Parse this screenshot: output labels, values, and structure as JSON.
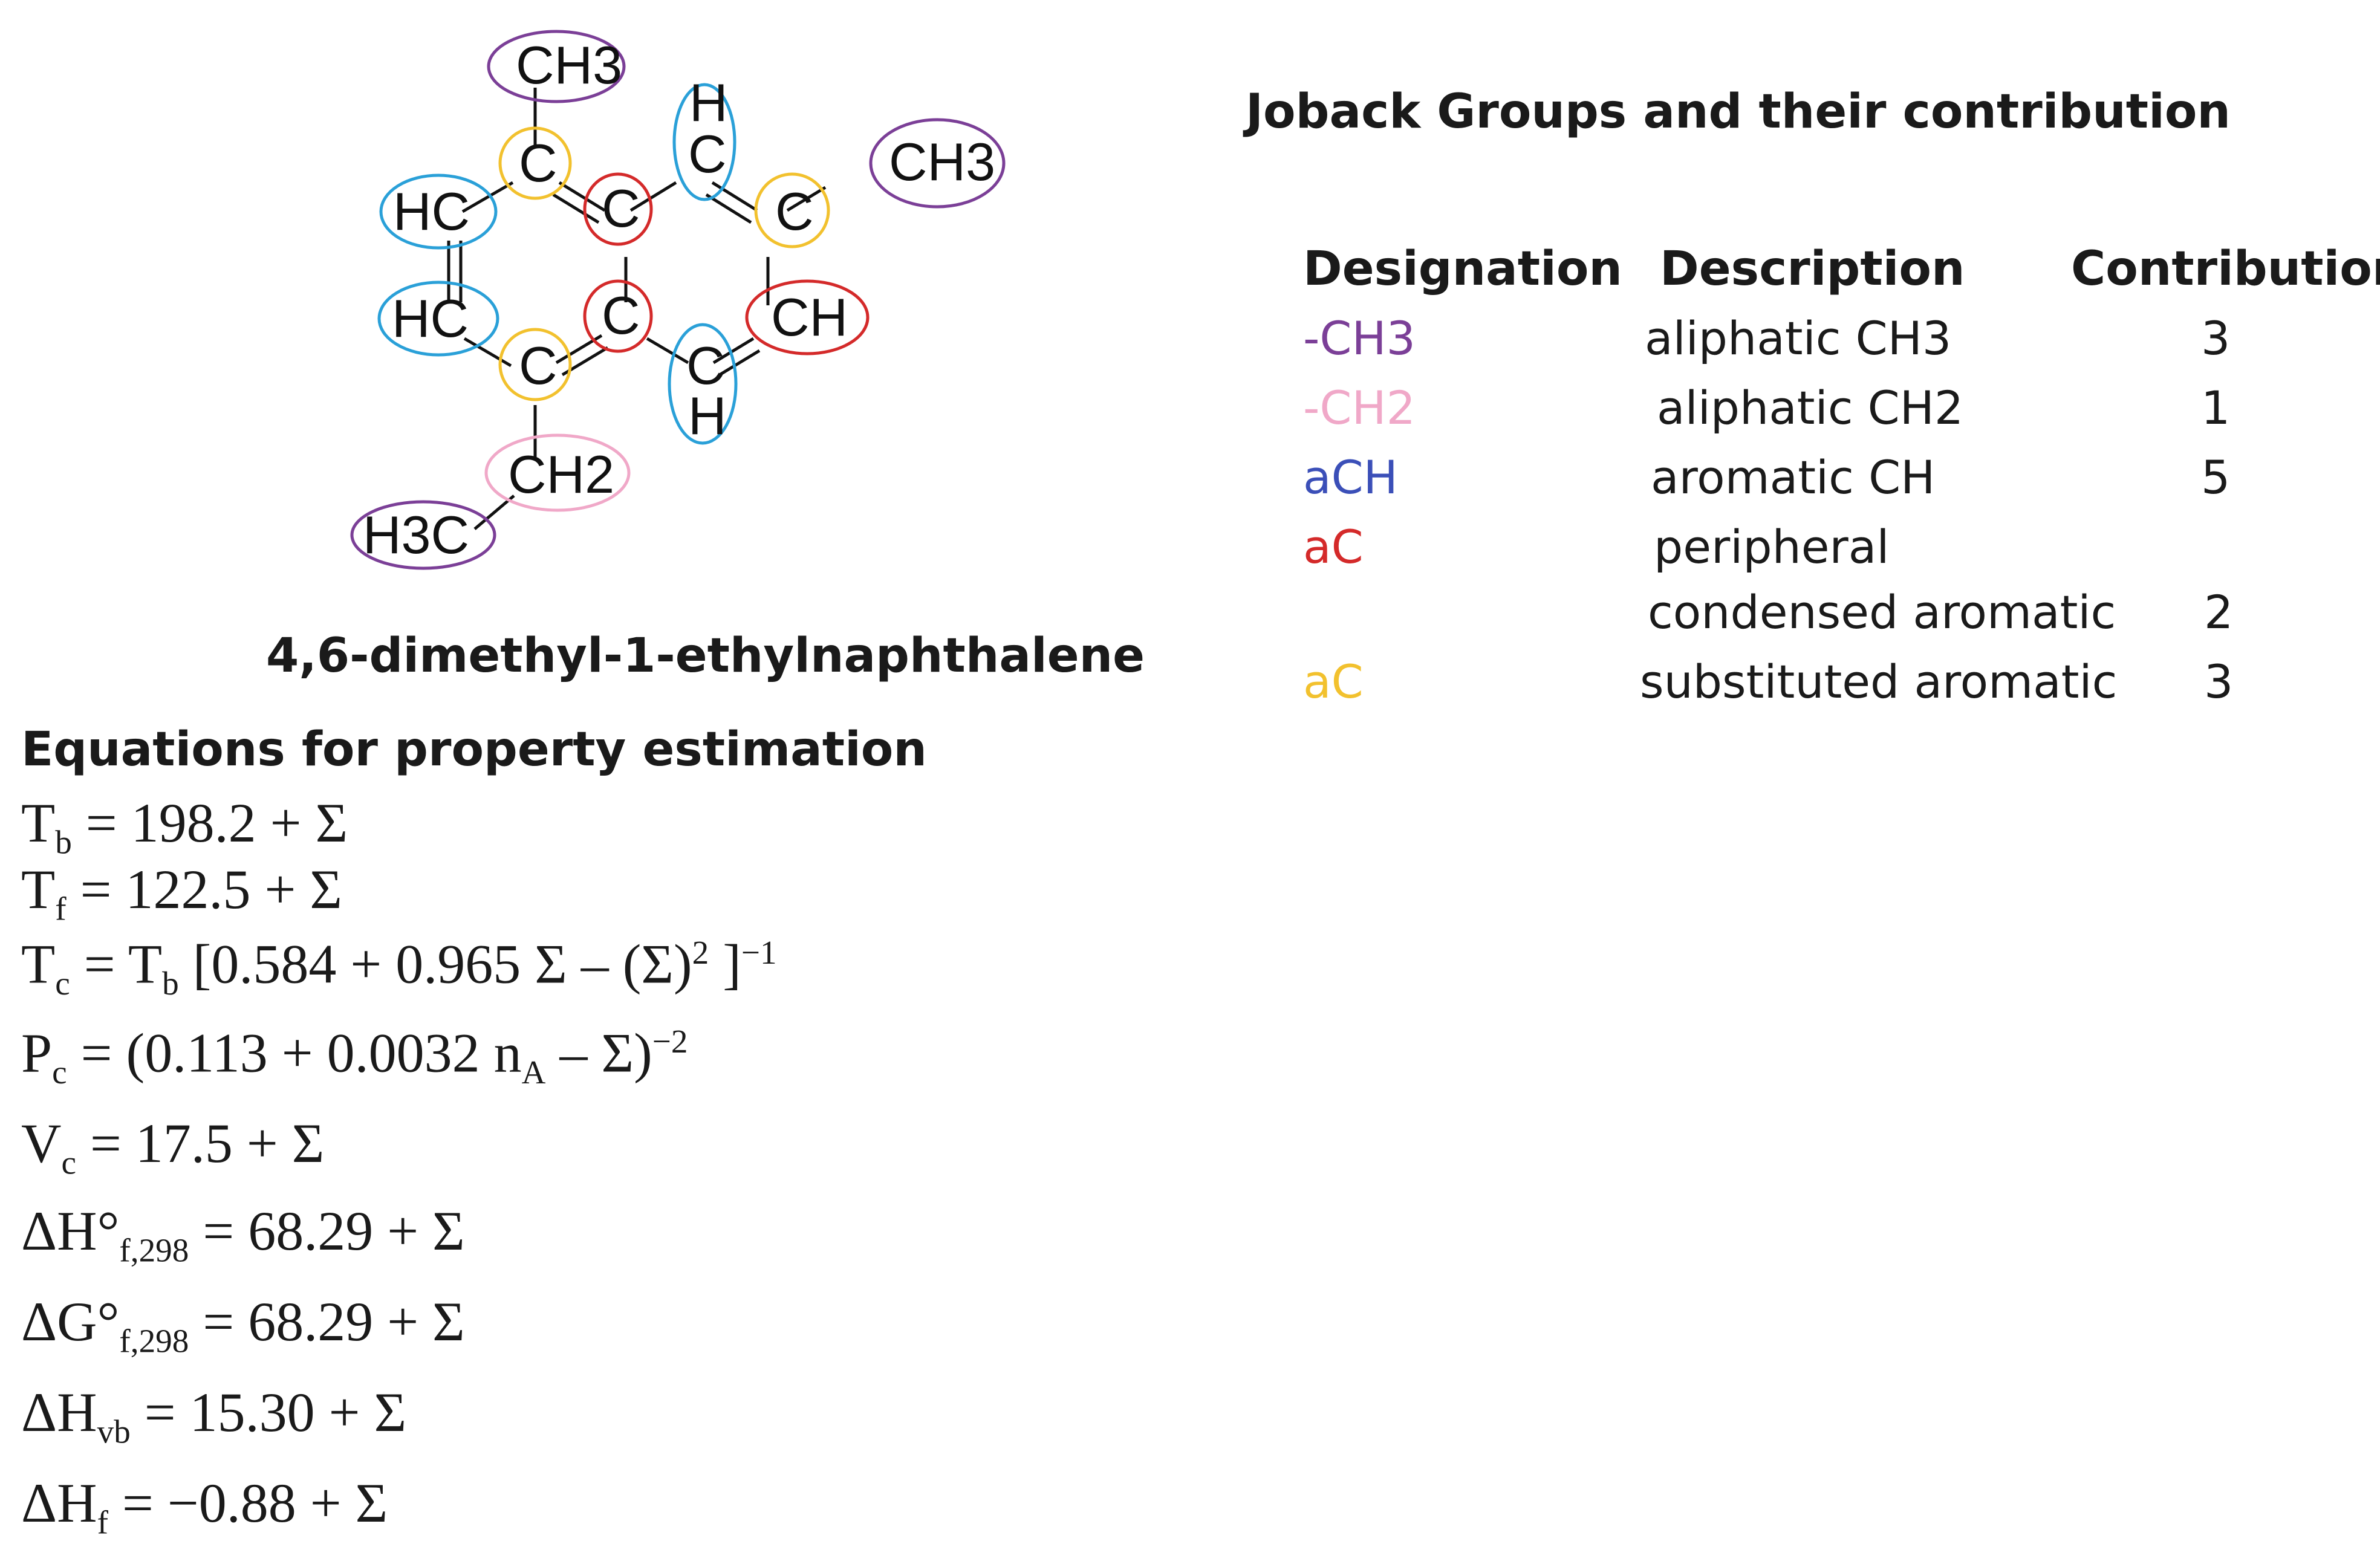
{
  "molecule": {
    "name": "4,6-dimethyl-1-ethylnaphthalene",
    "atoms": {
      "ch3_top": "CH3",
      "c_top": "C",
      "c_center_top": "C",
      "h_top_right_h": "H",
      "h_top_right_c": "C",
      "c_right": "C",
      "ch3_right": "CH3",
      "hc_left_top": "HC",
      "hc_left_bottom": "HC",
      "c_center": "C",
      "ch_right": "CH",
      "c_bottom_left": "C",
      "c_bottom_mid_c": "C",
      "c_bottom_mid_h": "H",
      "ch2": "CH2",
      "h3c": "H3C"
    },
    "colors": {
      "ch3": "#7b3f97",
      "ch2": "#f0a8c8",
      "ach": "#2aa0d8",
      "ac_condensed": "#d42a2a",
      "ac_substituted": "#f2c12e"
    }
  },
  "equations": {
    "heading": "Equations for property estimation",
    "tb": {
      "lhs": "T",
      "sub": "b",
      "rhs": " = 198.2 + Σ"
    },
    "tf": {
      "lhs": "T",
      "sub": "f",
      "rhs": " = 122.5 + Σ"
    },
    "tc": {
      "lhs": "T",
      "sub": "c",
      "mid": " = T",
      "sub2": "b",
      "rhs": " [0.584 + 0.965 Σ – (Σ)",
      "sup": "2",
      "rhs2": " ]",
      "sup2": "−1"
    },
    "pc": {
      "lhs": "P",
      "sub": "c",
      "rhs": " = (0.113 + 0.0032 n",
      "sub2": "A",
      "rhs2": " – Σ)",
      "sup": "−2"
    },
    "vc": {
      "lhs": "V",
      "sub": "c",
      "rhs": " = 17.5 + Σ"
    },
    "dhf298": {
      "lhs": "ΔH°",
      "sub": "f,298",
      "rhs": " = 68.29 + Σ"
    },
    "dgf298": {
      "lhs": "ΔG°",
      "sub": "f,298",
      "rhs": " = 68.29 + Σ"
    },
    "dhvb": {
      "lhs": "ΔH",
      "sub": "vb",
      "rhs": " = 15.30 + Σ"
    },
    "dhf": {
      "lhs": "ΔH",
      "sub": "f",
      "rhs": " =  −0.88 + Σ"
    }
  },
  "joback": {
    "title": "Joback Groups and their contribution",
    "headers": {
      "designation": "Designation",
      "description": "Description",
      "contribution": "Contribution"
    },
    "rows": [
      {
        "designation": "-CH3",
        "description": "aliphatic CH3",
        "contribution": "3",
        "color": "#7b3f97"
      },
      {
        "designation": "-CH2",
        "description": "aliphatic CH2",
        "contribution": "1",
        "color": "#f0a8c8"
      },
      {
        "designation": "aCH",
        "description": "aromatic CH",
        "contribution": "5",
        "color": "#3b4fb8"
      },
      {
        "designation": "aC",
        "description": "peripheral",
        "description2": "condensed aromatic",
        "contribution": "2",
        "color": "#d42a2a"
      },
      {
        "designation": "aC",
        "description": "substituted aromatic",
        "contribution": "3",
        "color": "#f2c12e"
      }
    ]
  }
}
